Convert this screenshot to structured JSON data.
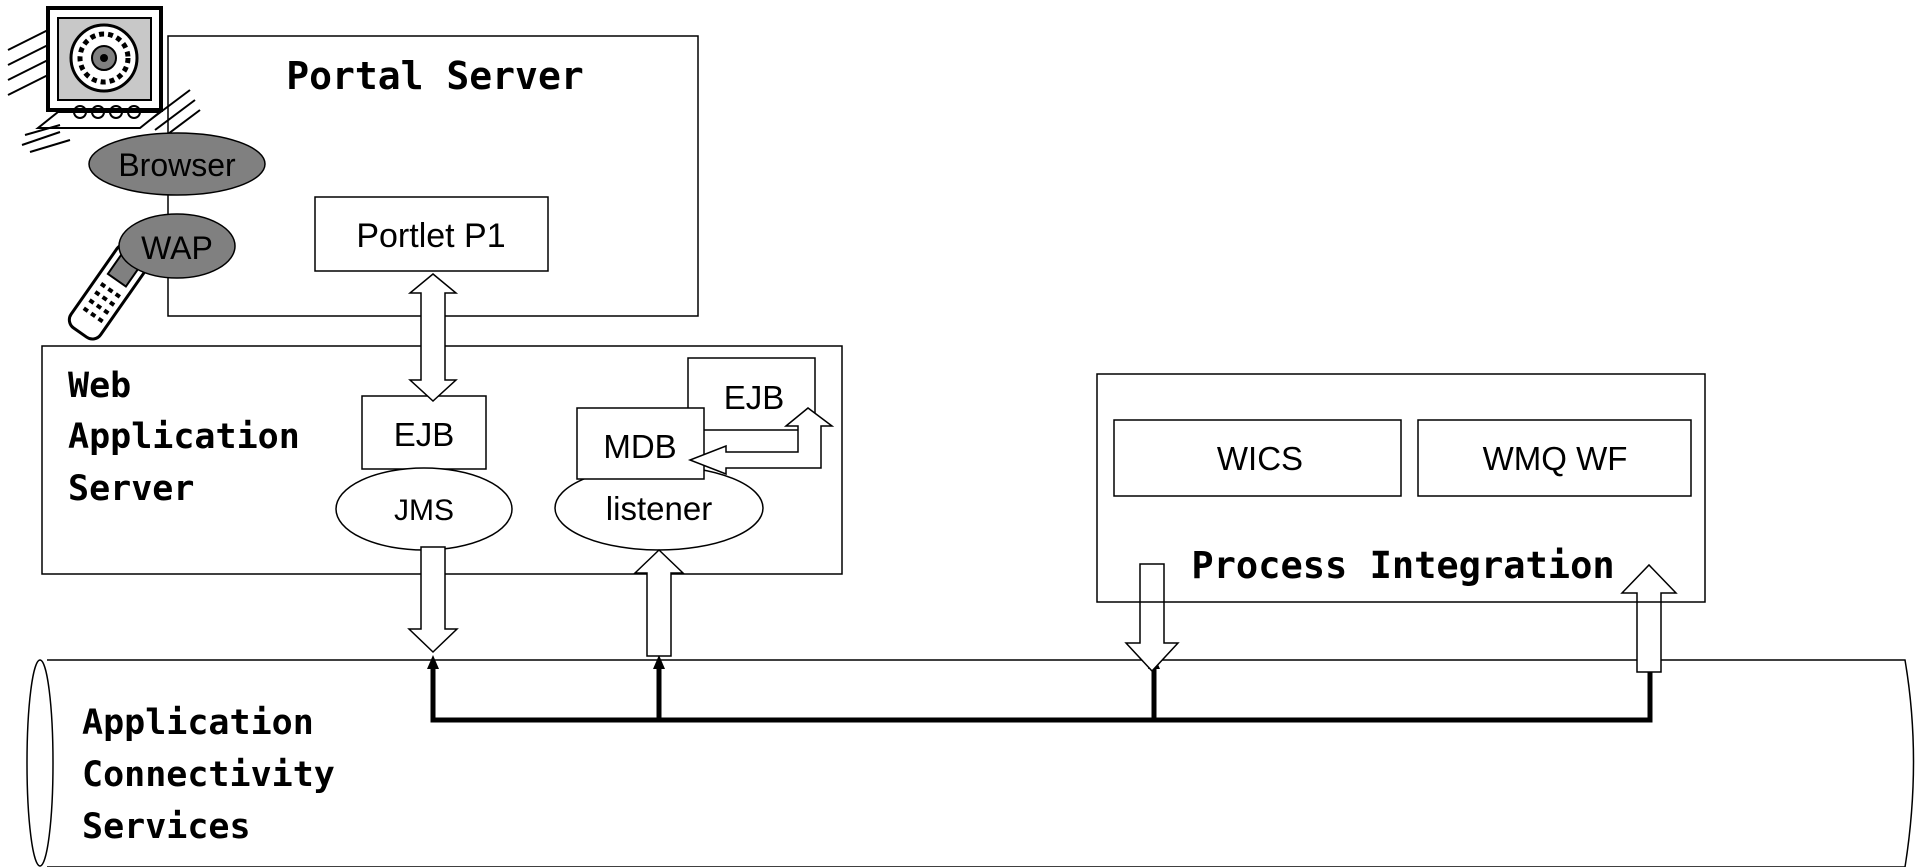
{
  "portal_server": {
    "title": "Portal Server",
    "portlet": "Portlet P1"
  },
  "clients": {
    "browser": "Browser",
    "wap": "WAP"
  },
  "web_app_server": {
    "title_lines": [
      "Web",
      "Application",
      "Server"
    ],
    "ejb_left": "EJB",
    "jms": "JMS",
    "ejb_right": "EJB",
    "mdb": "MDB",
    "listener": "listener"
  },
  "process_integration": {
    "title": "Process Integration",
    "wics": "WICS",
    "wmq_wf": "WMQ WF"
  },
  "bus": {
    "title_lines": [
      "Application",
      "Connectivity",
      "Services"
    ]
  },
  "colors": {
    "ellipse_fill": "#808080",
    "stroke": "#000000",
    "background": "#ffffff"
  }
}
